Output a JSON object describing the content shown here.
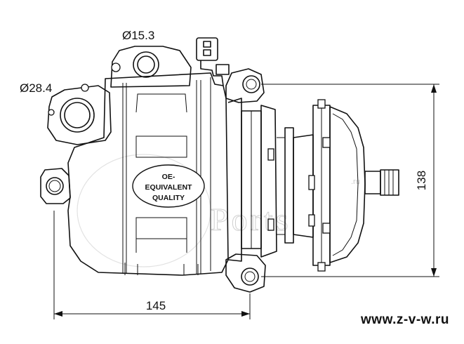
{
  "dimensions": {
    "outlet_diameter": "Ø15.3",
    "inlet_diameter": "Ø28.4",
    "length": "145",
    "height": "138"
  },
  "badge": {
    "line1": "OE-",
    "line2": "EQUIVALENT",
    "line3": "QUALITY"
  },
  "watermark": {
    "text": "Ports",
    "suffix": ".ru"
  },
  "website": "www.z-v-w.ru"
}
